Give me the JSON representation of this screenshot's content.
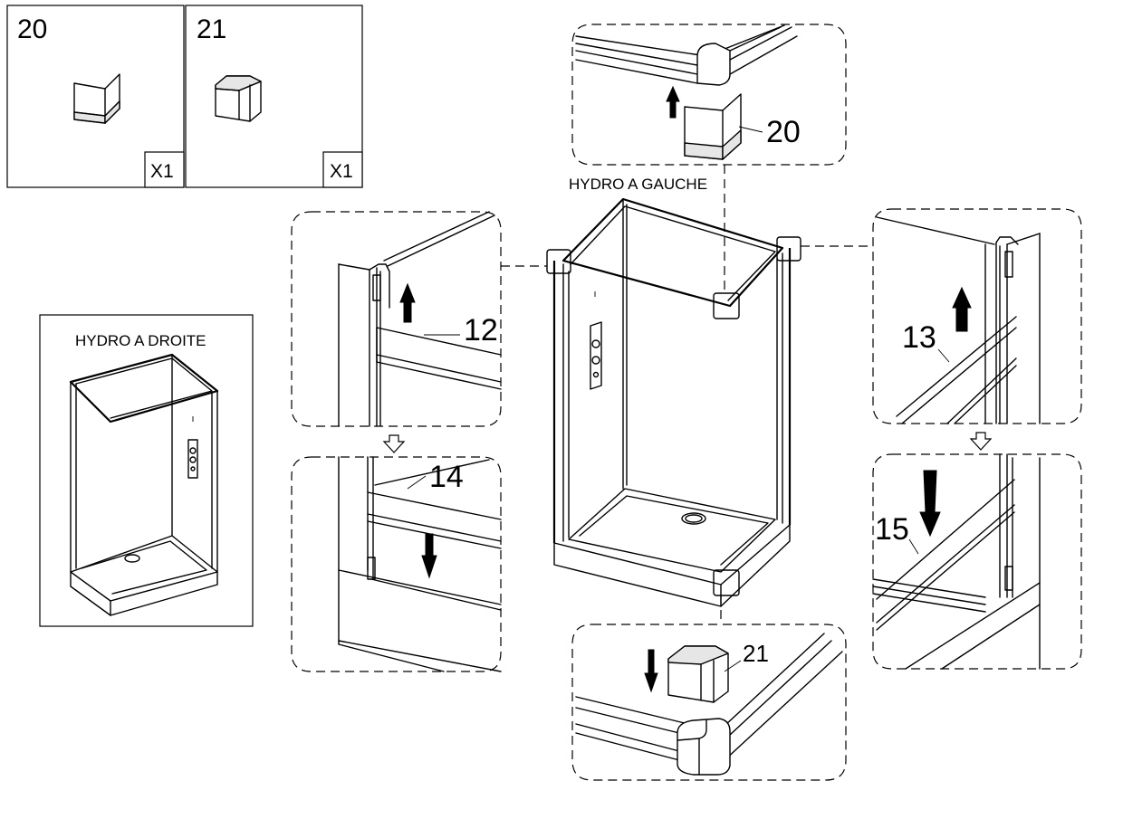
{
  "parts": [
    {
      "number": "20",
      "quantity": "X1",
      "icon": "corner-cap-upper-icon"
    },
    {
      "number": "21",
      "quantity": "X1",
      "icon": "corner-cap-lower-icon"
    }
  ],
  "views": {
    "main": {
      "title": "HYDRO A GAUCHE"
    },
    "alternate": {
      "title": "HYDRO A DROITE"
    }
  },
  "callouts": {
    "top_corner": "20",
    "bottom_corner": "21",
    "left_upper": "12",
    "left_lower": "14",
    "right_upper": "13",
    "right_lower": "15"
  }
}
